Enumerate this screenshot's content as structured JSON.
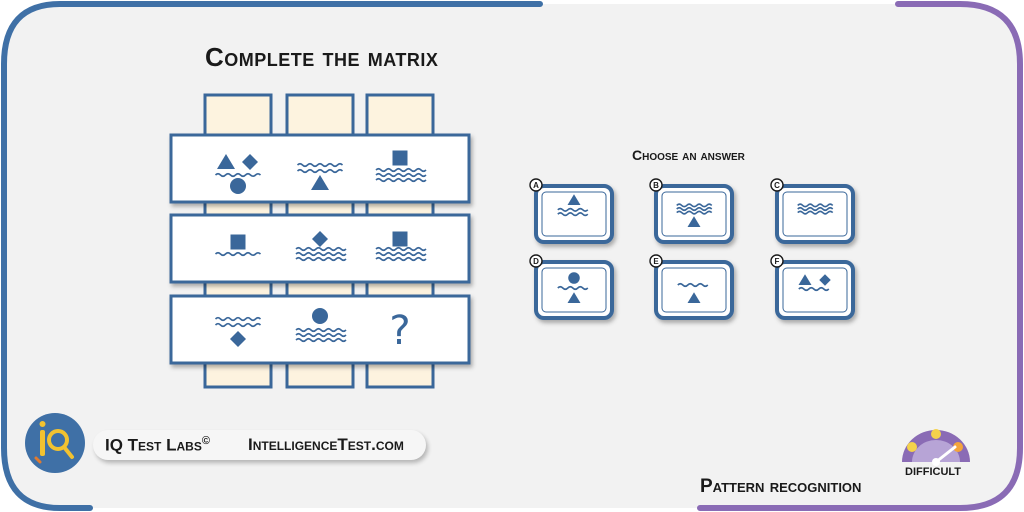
{
  "title": "Complete the matrix",
  "choose_label": "Choose an answer",
  "colors": {
    "frame_left": "#3f70a6",
    "frame_right": "#8a6bb5",
    "panel_bg": "#f2f2f2",
    "accent": "#3a679a",
    "tab_fill": "#fdf3df"
  },
  "matrix": {
    "rows": [
      {
        "cells": [
          {
            "symbols": [
              "triangle",
              "diamond",
              "wave",
              "circle"
            ]
          },
          {
            "symbols": [
              "wave-double",
              "triangle"
            ]
          },
          {
            "symbols": [
              "square",
              "wave-triple"
            ]
          }
        ]
      },
      {
        "cells": [
          {
            "symbols": [
              "square",
              "wave"
            ]
          },
          {
            "symbols": [
              "diamond",
              "wave-triple"
            ]
          },
          {
            "symbols": [
              "square",
              "wave-triple"
            ]
          }
        ]
      },
      {
        "cells": [
          {
            "symbols": [
              "wave-double",
              "diamond"
            ]
          },
          {
            "symbols": [
              "circle",
              "wave-triple"
            ]
          },
          {
            "symbols": [
              "question-mark"
            ]
          }
        ]
      }
    ],
    "missing_symbol": "?"
  },
  "options": [
    {
      "letter": "A",
      "symbols": [
        "triangle",
        "wave-double"
      ]
    },
    {
      "letter": "B",
      "symbols": [
        "wave-triple",
        "triangle"
      ]
    },
    {
      "letter": "C",
      "symbols": [
        "wave-triple"
      ]
    },
    {
      "letter": "D",
      "symbols": [
        "circle",
        "wave",
        "triangle"
      ]
    },
    {
      "letter": "E",
      "symbols": [
        "wave",
        "triangle"
      ]
    },
    {
      "letter": "F",
      "symbols": [
        "triangle",
        "diamond",
        "wave"
      ]
    }
  ],
  "brand": {
    "name": "IQ Test Labs",
    "copyright": "©",
    "site": "IntelligenceTest.com",
    "logo_icon": "iq-magnifier-logo-icon"
  },
  "category": "Pattern recognition",
  "difficulty": {
    "label": "DIFFICULT",
    "icon": "difficulty-gauge-icon",
    "level": "high"
  }
}
